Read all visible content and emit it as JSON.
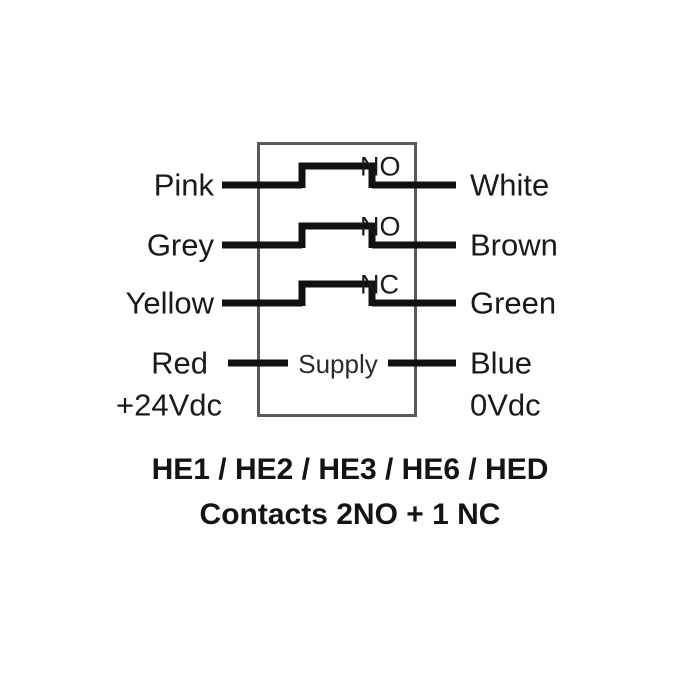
{
  "diagram": {
    "title_lines": [
      "HE1 / HE2 / HE3 / HE6 / HED",
      "Contacts 2NO + 1 NC"
    ],
    "device_box": {
      "supply_label": "Supply",
      "stroke_color": "#5a5a5a"
    },
    "wire_color": "#111111",
    "rows": [
      {
        "left_label": "Pink",
        "right_label": "White",
        "contact_type": "NO",
        "symbol": "normally-open-contact"
      },
      {
        "left_label": "Grey",
        "right_label": "Brown",
        "contact_type": "NO",
        "symbol": "normally-open-contact"
      },
      {
        "left_label": "Yellow",
        "right_label": "Green",
        "contact_type": "NC",
        "symbol": "normally-closed-contact"
      }
    ],
    "supply_row": {
      "left_label_line1": "Red",
      "left_label_line2": "+24Vdc",
      "right_label_line1": "Blue",
      "right_label_line2": "0Vdc"
    }
  }
}
